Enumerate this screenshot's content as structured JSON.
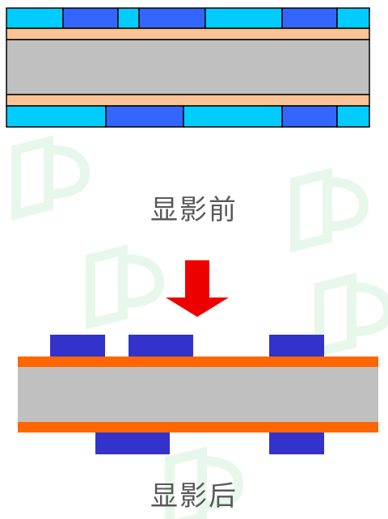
{
  "captions": {
    "before": "显影前",
    "after": "显影后"
  },
  "colors": {
    "film_light": "#00ccff",
    "film_dark": "#3366ff",
    "copper_before": "#fcc494",
    "substrate": "#c0c0c0",
    "copper_after": "#ff6600",
    "resist_after": "#3333cc",
    "arrow": "#ee0000",
    "watermark": "#e6f6ea"
  },
  "before_panel": {
    "top_film_segments": [
      "light",
      "dark",
      "light",
      "dark",
      "light",
      "dark",
      "light"
    ],
    "bottom_film_segments": [
      "light",
      "dark",
      "light",
      "dark",
      "light"
    ]
  },
  "after_panel": {
    "top_resist_count": 3,
    "bottom_resist_count": 2
  },
  "arrow_direction": "down"
}
